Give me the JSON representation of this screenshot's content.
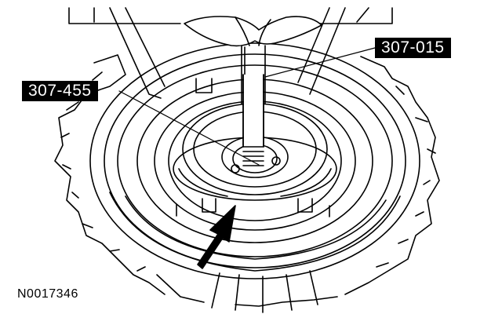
{
  "callouts": [
    {
      "text": "307-015"
    },
    {
      "text": "307-455"
    }
  ],
  "figure_id": "N0017346",
  "colors": {
    "ink": "#000000",
    "paper": "#ffffff"
  }
}
